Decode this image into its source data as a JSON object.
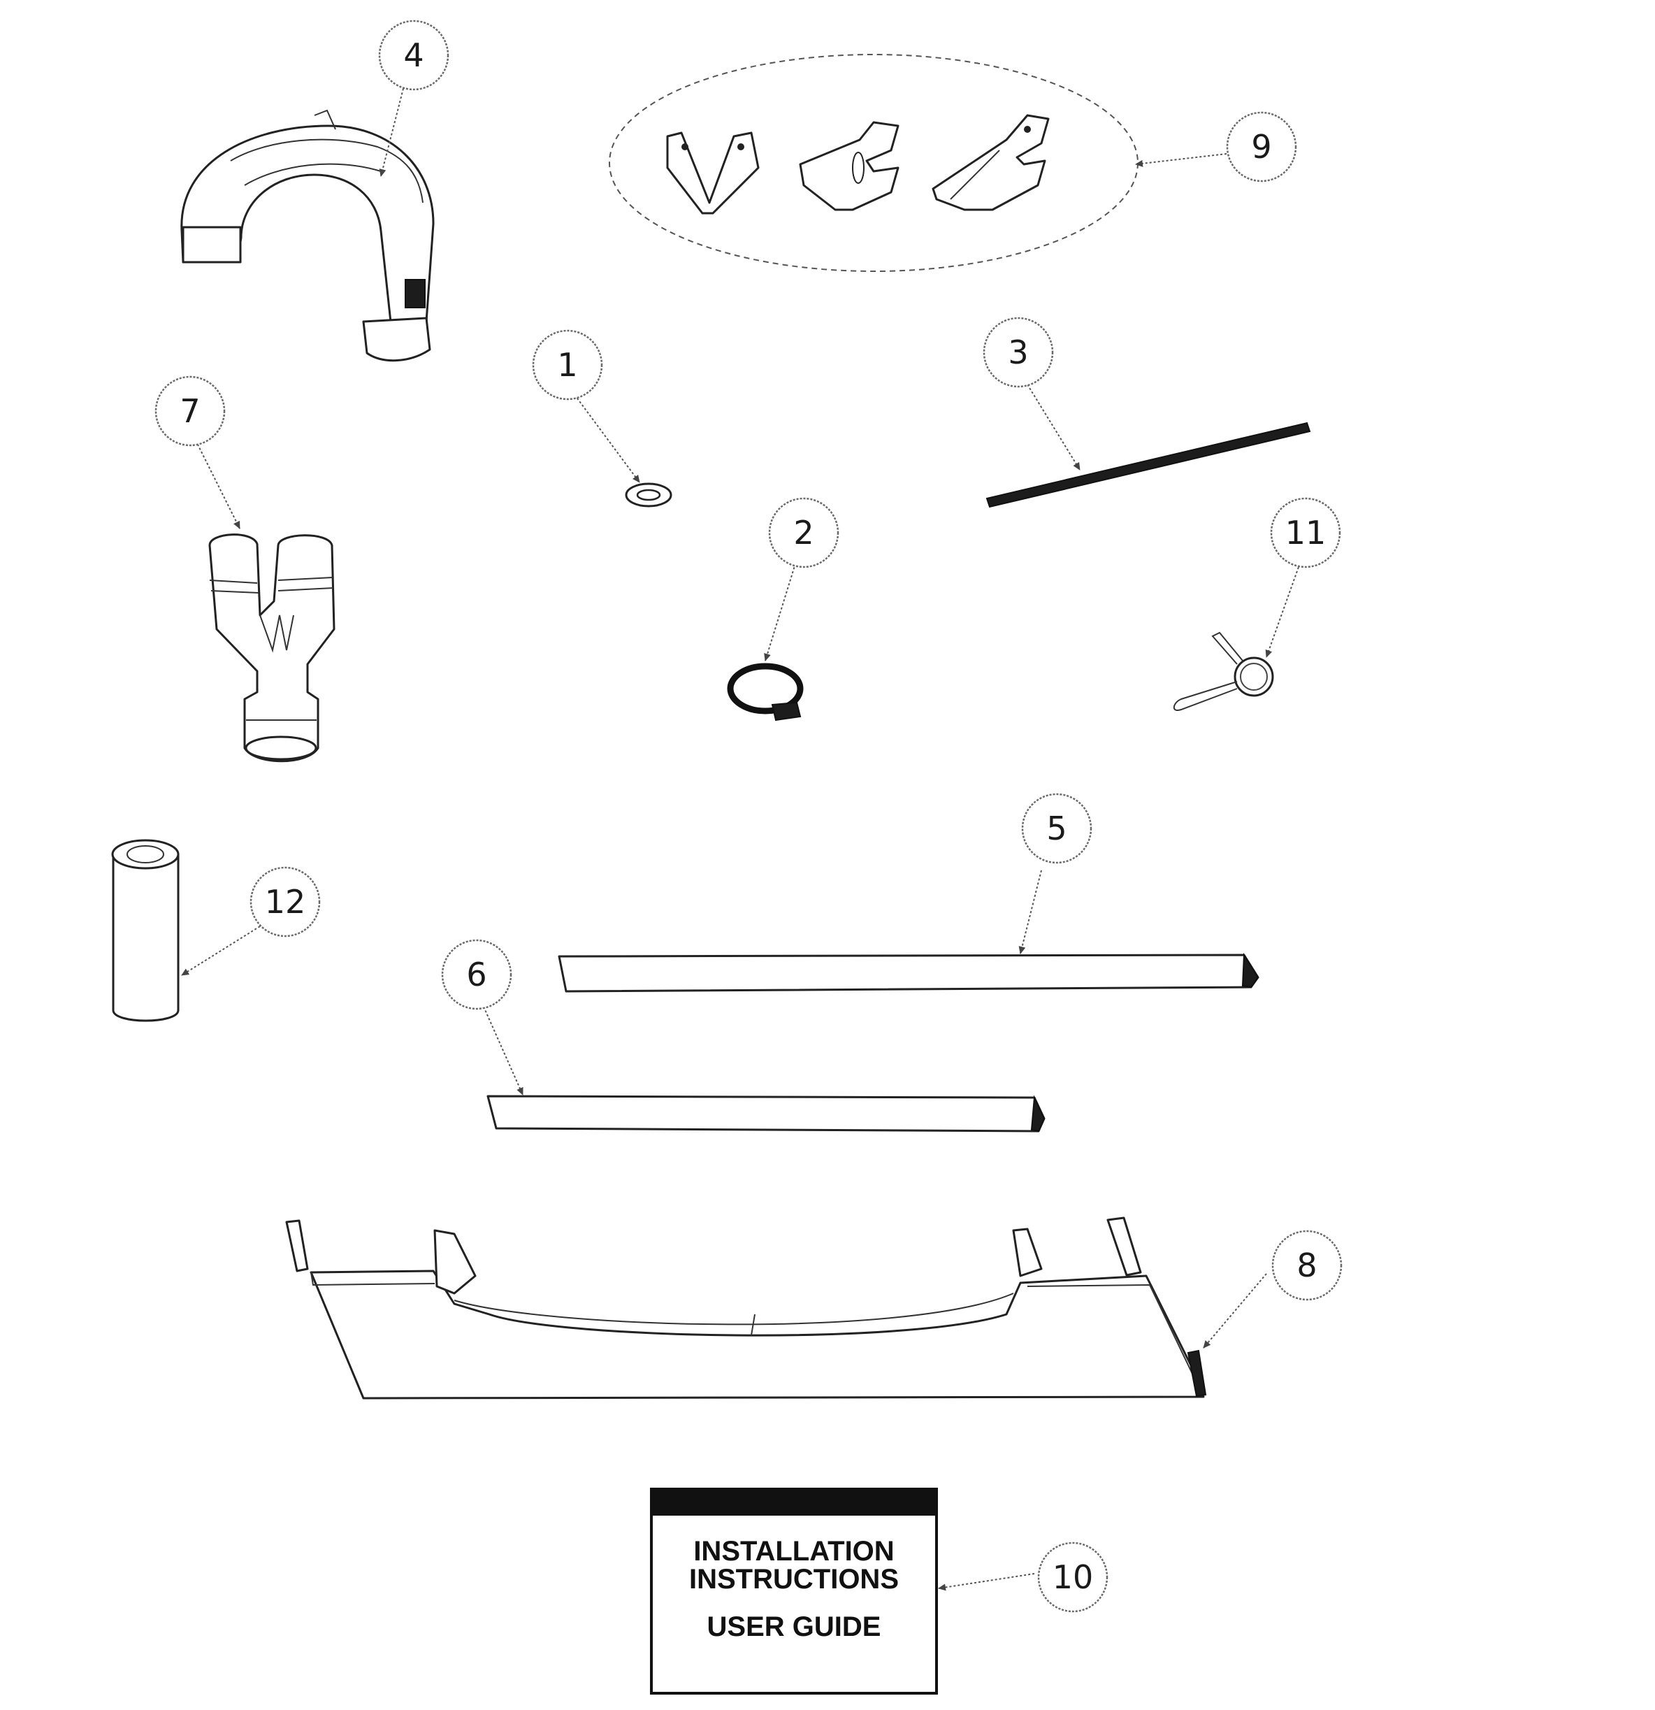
{
  "callouts": {
    "c1": "1",
    "c2": "2",
    "c3": "3",
    "c4": "4",
    "c5": "5",
    "c6": "6",
    "c7": "7",
    "c8": "8",
    "c9": "9",
    "c10": "10",
    "c11": "11",
    "c12": "12"
  },
  "manual": {
    "line1": "INSTALLATION",
    "line2": "INSTRUCTIONS",
    "line3": "USER GUIDE"
  }
}
